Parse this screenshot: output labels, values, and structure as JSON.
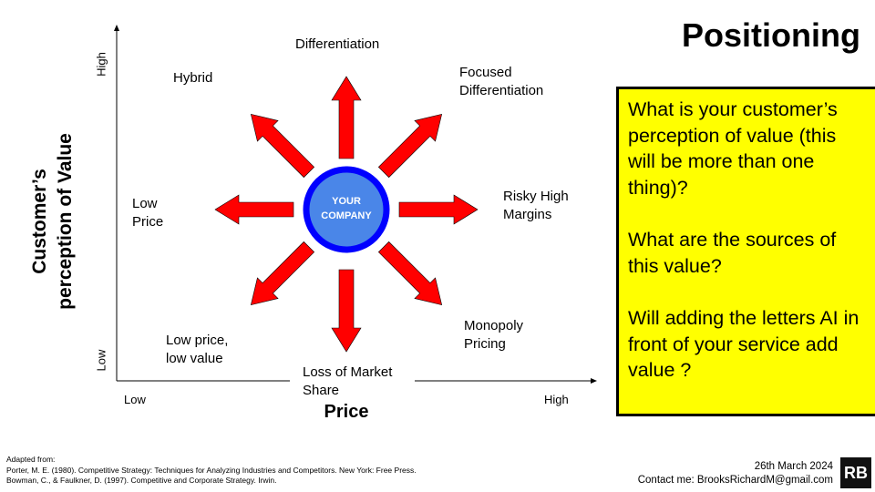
{
  "title": "Positioning",
  "axes": {
    "y_label_line1": "Customer’s",
    "y_label_line2": "perception of Value",
    "y_high": "High",
    "y_low": "Low",
    "x_label": "Price",
    "x_low": "Low",
    "x_high": "High"
  },
  "center": {
    "line1": "YOUR",
    "line2": "COMPANY"
  },
  "strategies": {
    "top": "Differentiation",
    "top_left": "Hybrid",
    "top_right_1": "Focused",
    "top_right_2": "Differentiation",
    "left_1": "Low",
    "left_2": "Price",
    "right_1": "Risky High",
    "right_2": "Margins",
    "bottom_left_1": "Low price,",
    "bottom_left_2": "low value",
    "bottom_1": "Loss of Market",
    "bottom_2": "Share",
    "bottom_right_1": "Monopoly",
    "bottom_right_2": "Pricing"
  },
  "questions": [
    "What is your customer’s perception of value (this will be more than one thing)?",
    "What are the sources of this value?",
    "Will adding the letters AI in front of your service add value ?"
  ],
  "references": {
    "intro": "Adapted from:",
    "ref1": "Porter, M. E. (1980). Competitive Strategy: Techniques for Analyzing Industries and Competitors. New York: Free Press.",
    "ref2": "Bowman, C., & Faulkner, D. (1997). Competitive and Corporate Strategy. Irwin."
  },
  "footer": {
    "date": "26th March 2024",
    "contact": "Contact me: BrooksRichardM@gmail.com",
    "logo": "RB"
  },
  "colors": {
    "arrow_fill": "#ff0000",
    "center_fill": "#4a86e8",
    "center_ring": "#0000ff",
    "question_box": "#ffff00"
  }
}
